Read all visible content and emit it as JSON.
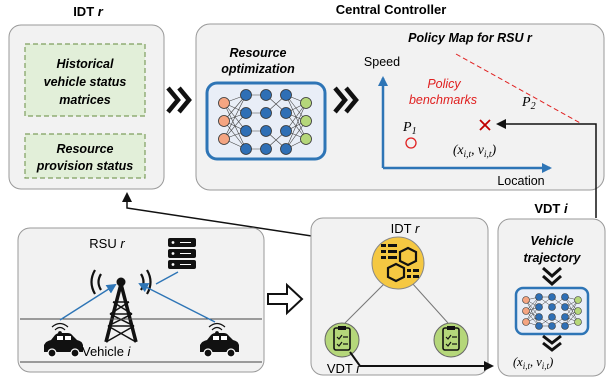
{
  "idt_panel": {
    "title": "IDT ",
    "title_var": "r",
    "box1_line1": "Historical",
    "box1_line2": "vehicle status",
    "box1_line3": "matrices",
    "box2_line1": "Resource",
    "box2_line2": "provision status"
  },
  "controller": {
    "title": "Central Controller",
    "optim_line1": "Resource",
    "optim_line2": "optimization",
    "map_title": "Policy Map for RSU ",
    "map_title_var": "r",
    "y_axis": "Speed",
    "x_axis": "Location",
    "bench_line1": "Policy",
    "bench_line2": "benchmarks",
    "p1": "P",
    "p1_sub": "1",
    "p2": "P",
    "p2_sub": "2",
    "point_label": "(x",
    "point_sub": "i,t",
    "point_mid": ", v",
    "point_sub2": "i,t",
    "point_end": ")"
  },
  "road_panel": {
    "rsu_label": "RSU ",
    "rsu_var": "r",
    "vehicle_label": "Vehicle ",
    "vehicle_var": "i"
  },
  "graph_panel": {
    "idt_label": "IDT ",
    "idt_var": "r",
    "vdt_label": "VDT ",
    "vdt_var": "i"
  },
  "vdt_panel": {
    "title": "VDT ",
    "title_var": "i",
    "traj_line1": "Vehicle",
    "traj_line2": "trajectory",
    "out_label": "(x",
    "out_sub": "i,t",
    "out_mid": ", v",
    "out_sub2": "i,t",
    "out_end": ")"
  },
  "colors": {
    "green_fill": "#e2efd9",
    "green_border": "#7f9f5f",
    "blue_frame": "#2e75b6",
    "red_text": "#e02020",
    "node_blue": "#2f6fb5",
    "node_orange": "#f4a582",
    "node_green": "#b5d77a",
    "gold": "#f5c842"
  }
}
